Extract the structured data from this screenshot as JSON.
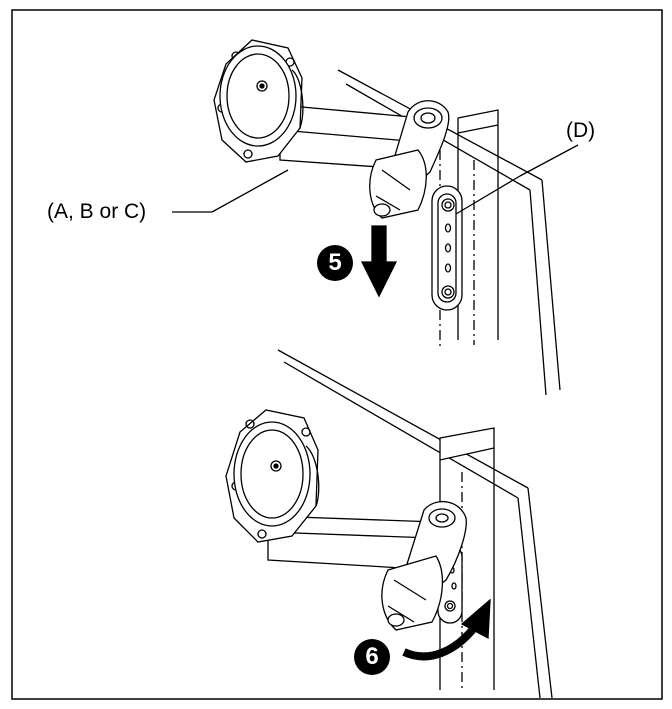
{
  "labels": {
    "part_abc": "(A, B or C)",
    "part_d": "(D)"
  },
  "steps": {
    "step5": "5",
    "step6": "6"
  },
  "colors": {
    "line": "#000000",
    "background": "#ffffff",
    "badge_fill": "#000000",
    "badge_text": "#ffffff"
  }
}
